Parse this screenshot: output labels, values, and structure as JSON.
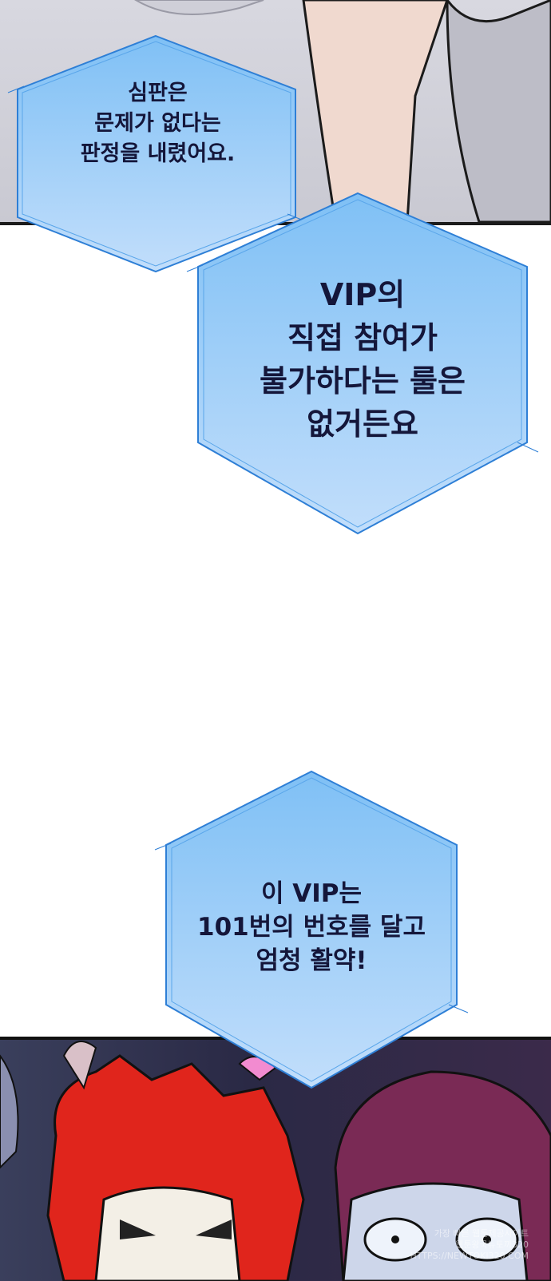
{
  "bubbles": [
    {
      "lines": [
        "심판은",
        "문제가 없다는",
        "판정을 내렸어요."
      ]
    },
    {
      "lines": [
        "VIP의",
        "직접 참여가",
        "불가하다는 룰은",
        "없거든요"
      ]
    },
    {
      "lines": [
        "이 VIP는",
        "101번의 번호를 달고",
        "엄청 활약!"
      ]
    }
  ],
  "watermark": {
    "line1": "가장 빠른 웹툰제공사이트",
    "line2": "웹툰왕국뉴토끼320",
    "line3": "HTTPS://NEWTOKI320.COM"
  },
  "colors": {
    "bubble_top": "#7fc0f5",
    "bubble_bottom": "#c2defb",
    "bubble_border": "#2e7fd6",
    "text": "#14163a"
  }
}
